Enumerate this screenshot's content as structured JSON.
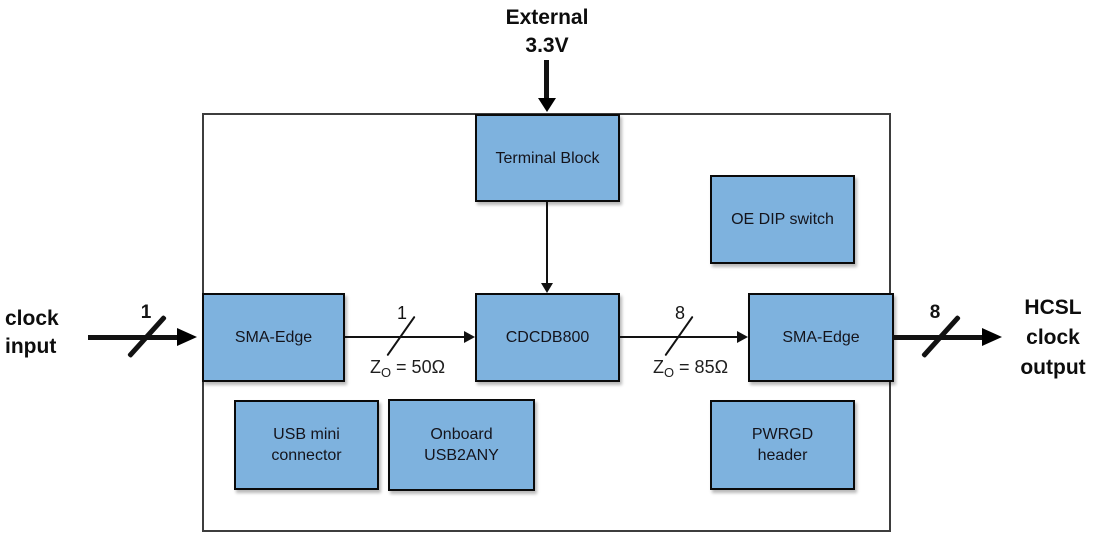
{
  "colors": {
    "box_fill": "#7EB2DE",
    "box_border": "#0A0A0A",
    "board_border": "#3D3D3D",
    "text": "#14141C",
    "line": "#121212"
  },
  "external_power": {
    "line1": "External",
    "line2": "3.3V"
  },
  "clock_input": {
    "line1": "clock",
    "line2": "input"
  },
  "hcsl_output": {
    "line1": "HCSL",
    "line2": "clock",
    "line3": "output"
  },
  "blocks": {
    "terminal_block": {
      "label": "Terminal Block"
    },
    "oe_dip_switch": {
      "label": "OE DIP switch"
    },
    "sma_edge_in": {
      "label": "SMA-Edge"
    },
    "cdcdb800": {
      "label": "CDCDB800"
    },
    "sma_edge_out": {
      "label": "SMA-Edge"
    },
    "usb_mini": {
      "line1": "USB mini",
      "line2": "connector"
    },
    "onboard_usb2any": {
      "line1": "Onboard",
      "line2": "USB2ANY"
    },
    "pwrgd_header": {
      "line1": "PWRGD",
      "line2": "header"
    }
  },
  "buses": {
    "input": {
      "width": "1"
    },
    "mid_in": {
      "width": "1",
      "z": "Z",
      "z_sub": "O",
      "impedance": "= 50Ω"
    },
    "mid_out": {
      "width": "8",
      "z": "Z",
      "z_sub": "O",
      "impedance": "= 85Ω"
    },
    "output": {
      "width": "8"
    }
  }
}
